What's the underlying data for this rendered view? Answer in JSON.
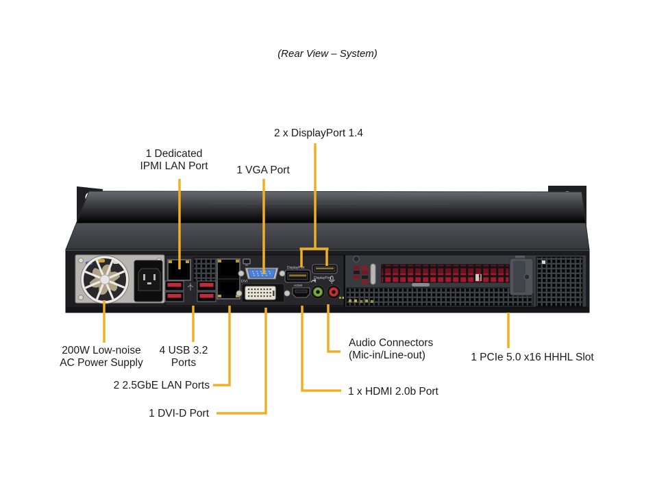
{
  "title": "(Rear View – System)",
  "colors": {
    "leader": "#EFB025",
    "usb_red": "#C42A3A",
    "vga_blue": "#4C7FD6",
    "audio_green": "#7CAE3E",
    "audio_red": "#C13434",
    "pcb_red_dark": "#6E1120",
    "pcb_red_bright": "#A31A2C",
    "psu_plate": "#B6B5B1",
    "chassis_top": "#5B5C62",
    "chassis_face": "#1D1D20"
  },
  "callouts": {
    "displayport": {
      "text": "2 x DisplayPort 1.4"
    },
    "ipmi": {
      "line1": "1 Dedicated",
      "line2": "IPMI LAN Port"
    },
    "vga": {
      "text": "1 VGA Port"
    },
    "psu": {
      "line1": "200W Low-noise",
      "line2": "AC Power Supply"
    },
    "usb": {
      "line1": "4 USB 3.2",
      "line2": "Ports"
    },
    "lan": {
      "text": "2 2.5GbE LAN Ports"
    },
    "dvi": {
      "text": "1 DVI-D Port"
    },
    "audio": {
      "line1": "Audio Connectors",
      "line2": "(Mic-in/Line-out)"
    },
    "hdmi": {
      "text": "1 x HDMI 2.0b Port"
    },
    "pcie": {
      "text": "1 PCIe 5.0 x16 HHHL Slot"
    }
  },
  "port_labels": {
    "dp1": "DisplayPort",
    "dp2": "DisplayPort",
    "hdmi": "HDMI",
    "dvi": "DVI"
  }
}
